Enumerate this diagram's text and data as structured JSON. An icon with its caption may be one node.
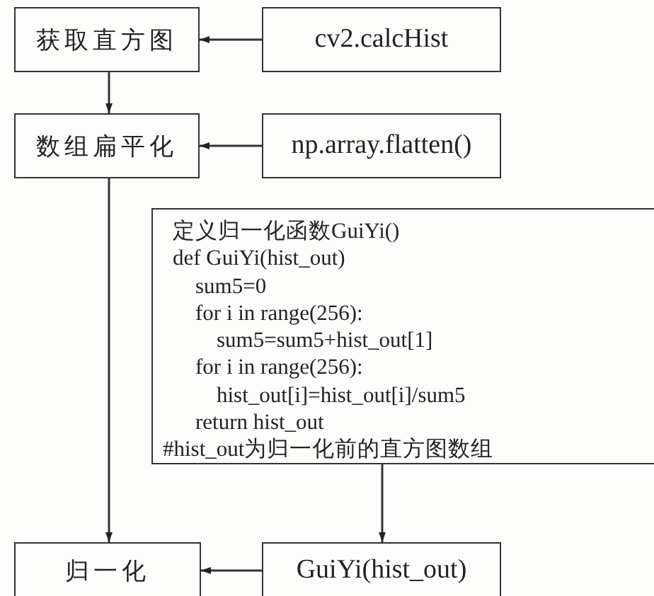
{
  "diagram": {
    "nodes": [
      {
        "text": [
          "获取直方图"
        ]
      },
      {
        "text": [
          "cv2.calcHist"
        ]
      },
      {
        "text": [
          "数组扁平化"
        ]
      },
      {
        "text": [
          "np.array.flatten()"
        ]
      },
      {
        "text": [
          "定义归一化函数GuiYi()",
          "def GuiYi(hist_out)",
          "sum5=0",
          "for i in range(256):",
          "sum5=sum5+hist_out[1]",
          "for i in range(256):",
          "hist_out[i]=hist_out[i]/sum5",
          "return hist_out",
          "#hist_out为归一化前的直方图数组"
        ]
      },
      {
        "text": [
          "归一化"
        ]
      },
      {
        "text": [
          "GuiYi(hist_out)"
        ]
      }
    ],
    "edges": [
      {
        "from": 1,
        "to": 0,
        "arrow": "to"
      },
      {
        "from": 0,
        "to": 2,
        "arrow": "to"
      },
      {
        "from": 3,
        "to": 2,
        "arrow": "to"
      },
      {
        "from": 2,
        "to": 5,
        "arrow": "to"
      },
      {
        "from": 4,
        "to": 6,
        "arrow": "to"
      },
      {
        "from": 6,
        "to": 5,
        "arrow": "to"
      }
    ]
  }
}
